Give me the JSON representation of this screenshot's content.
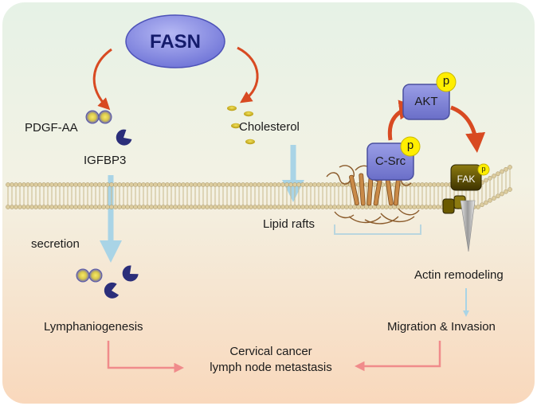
{
  "labels": {
    "fasn": "FASN",
    "pdgf": "PDGF-AA",
    "igfbp3": "IGFBP3",
    "cholesterol": "Cholesterol",
    "akt": "AKT",
    "csrc": "C-Src",
    "fak": "FAK",
    "p": "p",
    "lipid_rafts": "Lipid rafts",
    "secretion": "secretion",
    "actin": "Actin remodeling",
    "lymph": "Lymphaniogenesis",
    "migration": "Migration & Invasion",
    "outcome_line1": "Cervical cancer",
    "outcome_line2": "lymph node metastasis"
  },
  "colors": {
    "fasn_fill": "#8b8fe0",
    "kinase_fill": "#7b7fd6",
    "phospho": "#ffee00",
    "fak_fill": "#6b5a00",
    "arrow_red": "#d84a22",
    "arrow_blue": "#a9d4e6",
    "arrow_pink": "#f08b8b",
    "membrane": "#d8c9a0"
  }
}
